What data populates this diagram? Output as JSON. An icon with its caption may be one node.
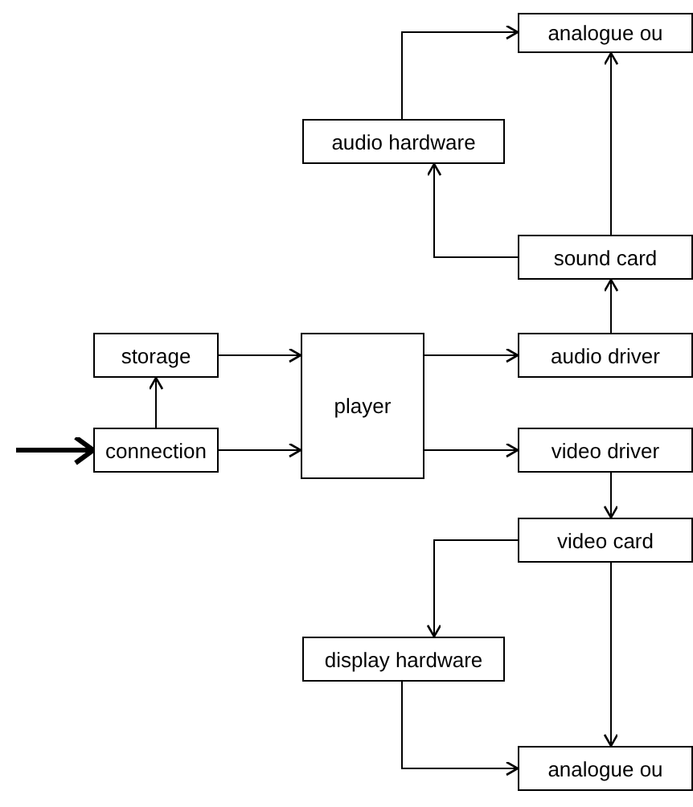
{
  "diagram": {
    "nodes": [
      {
        "text": [
          "analogue ou"
        ]
      },
      {
        "text": [
          "audio hardware"
        ]
      },
      {
        "text": [
          "sound card"
        ]
      },
      {
        "text": [
          "storage"
        ]
      },
      {
        "text": [
          "player"
        ]
      },
      {
        "text": [
          "audio driver"
        ]
      },
      {
        "text": [
          "connection"
        ]
      },
      {
        "text": [
          "video driver"
        ]
      },
      {
        "text": [
          "video card"
        ]
      },
      {
        "text": [
          "display hardware"
        ]
      },
      {
        "text": [
          "analogue ou"
        ]
      }
    ],
    "edges": [
      {
        "from": null,
        "to": 6,
        "arrow": "to",
        "style": "thick"
      },
      {
        "from": 6,
        "to": 3,
        "arrow": "to"
      },
      {
        "from": 3,
        "to": 4,
        "arrow": "to"
      },
      {
        "from": 6,
        "to": 4,
        "arrow": "to"
      },
      {
        "from": 4,
        "to": 5,
        "arrow": "to"
      },
      {
        "from": 4,
        "to": 7,
        "arrow": "to"
      },
      {
        "from": 5,
        "to": 2,
        "arrow": "to"
      },
      {
        "from": 2,
        "to": 1,
        "arrow": "to"
      },
      {
        "from": 2,
        "to": 0,
        "arrow": "to"
      },
      {
        "from": 1,
        "to": 0,
        "arrow": "to"
      },
      {
        "from": 7,
        "to": 8,
        "arrow": "to"
      },
      {
        "from": 8,
        "to": 9,
        "arrow": "to"
      },
      {
        "from": 8,
        "to": 10,
        "arrow": "to"
      },
      {
        "from": 9,
        "to": 10,
        "arrow": "to"
      }
    ]
  }
}
